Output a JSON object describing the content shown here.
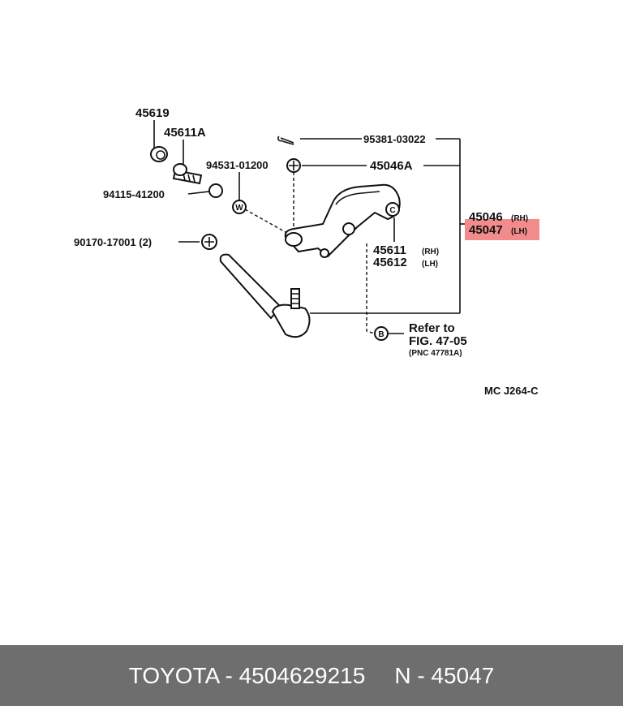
{
  "diagram": {
    "labels": {
      "p45619": "45619",
      "p45611a": "45611A",
      "p94531": "94531-01200",
      "p94115": "94115-41200",
      "p90170": "90170-17001 (2)",
      "p95381": "95381-03022",
      "p45046a": "45046A",
      "p45046": "45046",
      "p45046_side": "(RH)",
      "p45047": "45047",
      "p45047_side": "(LH)",
      "p45611": "45611",
      "p45611_side": "(RH)",
      "p45612": "45612",
      "p45612_side": "(LH)",
      "refer_line1": "Refer to",
      "refer_line2": "FIG. 47-05",
      "refer_line3": "(PNC 47781A)",
      "code": "MC J264-C",
      "marker_w": "W",
      "marker_b": "B",
      "marker_c": "C"
    },
    "highlight_color": "#f28b8b"
  },
  "footer": {
    "brand_part": "TOYOTA - 4504629215",
    "pnc": "N - 45047"
  }
}
